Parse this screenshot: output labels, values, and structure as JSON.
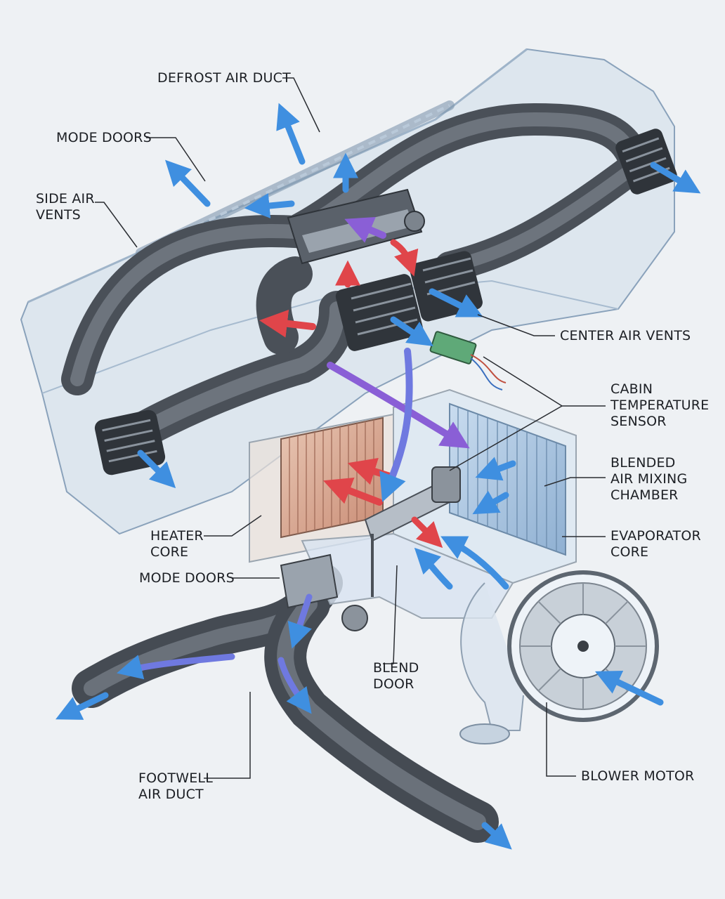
{
  "diagram": {
    "labels": {
      "defrost_air_duct": "DEFROST AIR DUCT",
      "mode_doors_top": "MODE DOORS",
      "side_air_vents": "SIDE AIR\nVENTS",
      "center_air_vents": "CENTER AIR VENTS",
      "cabin_temperature_sensor": "CABIN\nTEMPERATURE\nSENSOR",
      "blended_air_mixing_chamber": "BLENDED\nAIR MIXING\nCHAMBER",
      "heater_core": "HEATER\nCORE",
      "evaporator_core": "EVAPORATOR\nCORE",
      "mode_doors_bottom": "MODE DOORS",
      "blend_door": "BLEND\nDOOR",
      "footwell_air_duct": "FOOTWELL\nAIR DUCT",
      "blower_motor": "BLOWER MOTOR"
    },
    "colors": {
      "background": "#eef1f4",
      "dashboard": "#cfdcea",
      "duct": "#4a5058",
      "hot_air": "#e0454a",
      "cold_air": "#3f8fe0",
      "mixed_air": "#8a5fd6",
      "leader_line": "#2a2d32"
    }
  }
}
